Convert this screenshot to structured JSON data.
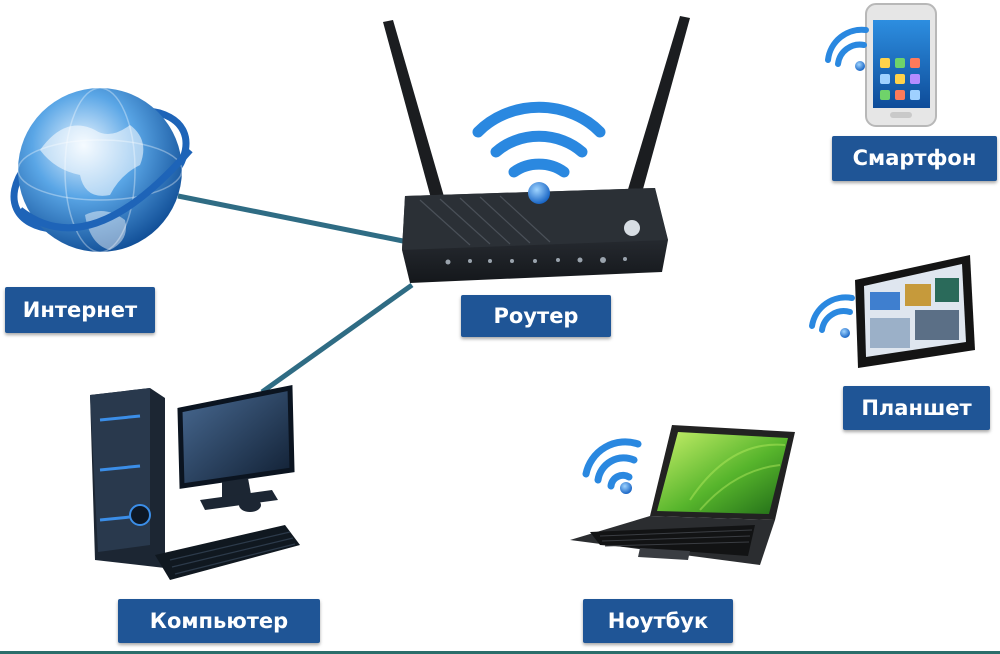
{
  "labels": {
    "internet": "Интернет",
    "router": "Роутер",
    "smartphone": "Смартфон",
    "tablet": "Планшет",
    "computer": "Компьютер",
    "laptop": "Ноутбук"
  },
  "icons": {
    "globe": "globe-icon",
    "router": "router-icon",
    "computer": "desktop-computer-icon",
    "laptop": "laptop-icon",
    "tablet": "tablet-icon",
    "smartphone": "smartphone-icon",
    "wifi": "wifi-icon"
  },
  "colors": {
    "label_bg": "#1f5596",
    "label_text": "#ffffff",
    "cable": "#2f6c84",
    "wifi_blue": "#1e7fd8"
  }
}
